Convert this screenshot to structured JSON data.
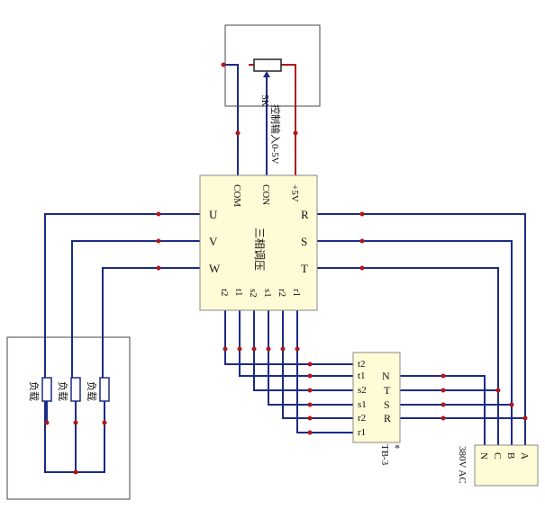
{
  "potentiometer": {
    "value_label": "5K"
  },
  "control_input": {
    "label": "控制输入0-5V"
  },
  "controller": {
    "title": "三相调压",
    "top_terminals": [
      "COM",
      "CON",
      "+5V"
    ],
    "left_terminals": [
      "U",
      "V",
      "W"
    ],
    "right_terminals": [
      "R",
      "S",
      "T"
    ],
    "bottom_terminals": [
      "t2",
      "t1",
      "s2",
      "s1",
      "r2",
      "r1"
    ]
  },
  "loads": {
    "labels": [
      "负载",
      "负载",
      "负载"
    ]
  },
  "terminal_block": {
    "name": "TB-3",
    "marker": "*",
    "left_labels": [
      "t2",
      "t1",
      "s2",
      "s1",
      "r2",
      "r1"
    ],
    "right_labels": [
      "N",
      "T",
      "S",
      "R"
    ]
  },
  "supply": {
    "label": "380V AC",
    "terminals": [
      "N",
      "C",
      "B",
      "A"
    ]
  },
  "colors": {
    "wire_blue": "#1c2a86",
    "wire_red": "#b01818",
    "module_fill": "#fefbd6"
  }
}
